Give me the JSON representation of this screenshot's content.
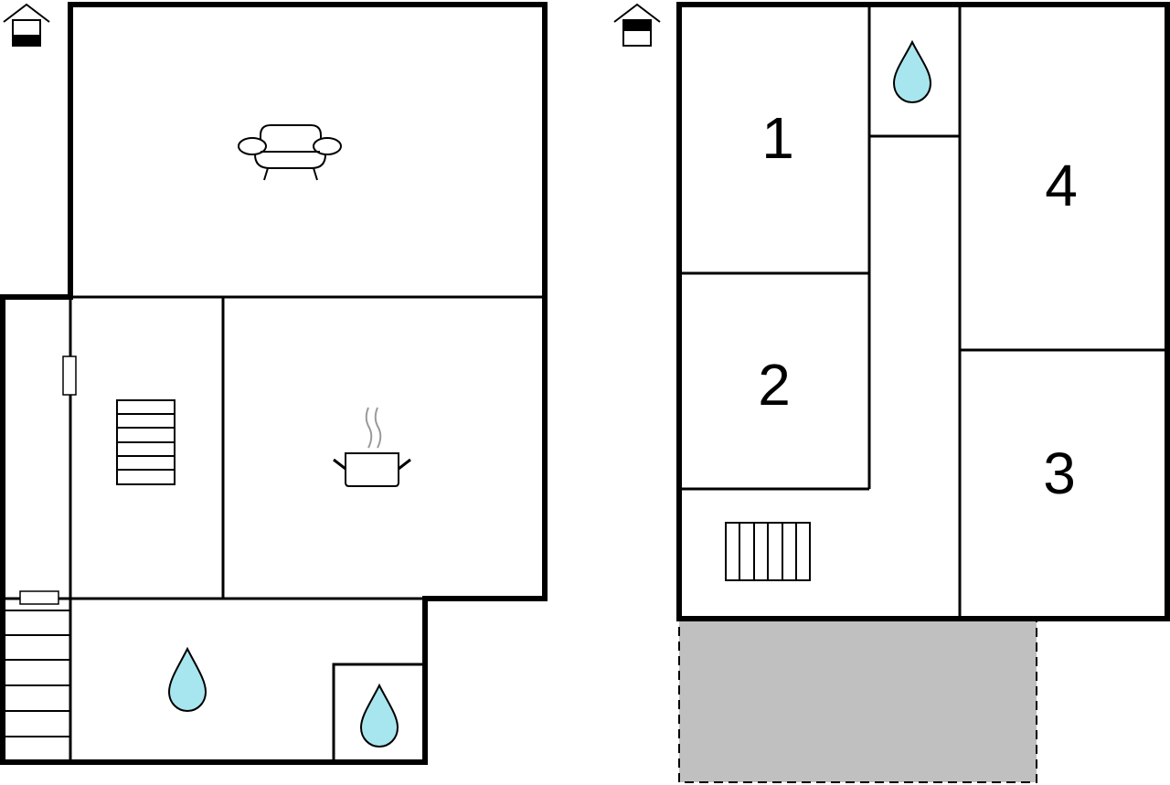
{
  "colors": {
    "wall": "#000000",
    "water_drop": "#a8e6ef",
    "outdoor_area": "#c0c0c0",
    "steam": "#9a9a9a"
  },
  "floors": [
    {
      "icons": [
        "ground-floor-house-icon",
        "sofa-icon",
        "stairs-icon",
        "cooking-pot-icon",
        "water-drop-icon",
        "water-drop-icon"
      ]
    },
    {
      "icons": [
        "upper-floor-house-icon",
        "water-drop-icon",
        "stairs-icon"
      ],
      "room_numbers": {
        "room1": "1",
        "room2": "2",
        "room3": "3",
        "room4": "4"
      }
    }
  ]
}
